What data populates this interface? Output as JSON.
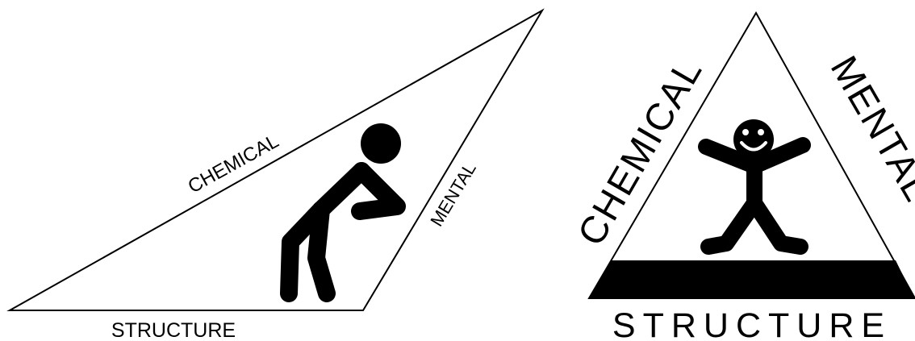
{
  "left_diagram": {
    "top_label": "CHEMICAL",
    "side_label": "MENTAL",
    "base_label": "STRUCTURE"
  },
  "right_diagram": {
    "left_label": "CHEMICAL",
    "right_label": "MENTAL",
    "base_label": "STRUCTURE"
  },
  "colors": {
    "ink": "#000000",
    "paper": "#ffffff"
  },
  "icons": [
    "slumped-stick-figure-icon",
    "smiling-stick-figure-icon"
  ]
}
